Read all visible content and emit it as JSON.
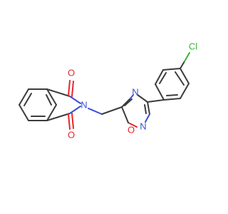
{
  "molecule": {
    "atoms": {
      "o1": "O",
      "o2": "O",
      "n_imide": "N",
      "n_ring_upper": "N",
      "n_ring_lower": "N",
      "o_ring": "O",
      "cl": "Cl"
    }
  }
}
